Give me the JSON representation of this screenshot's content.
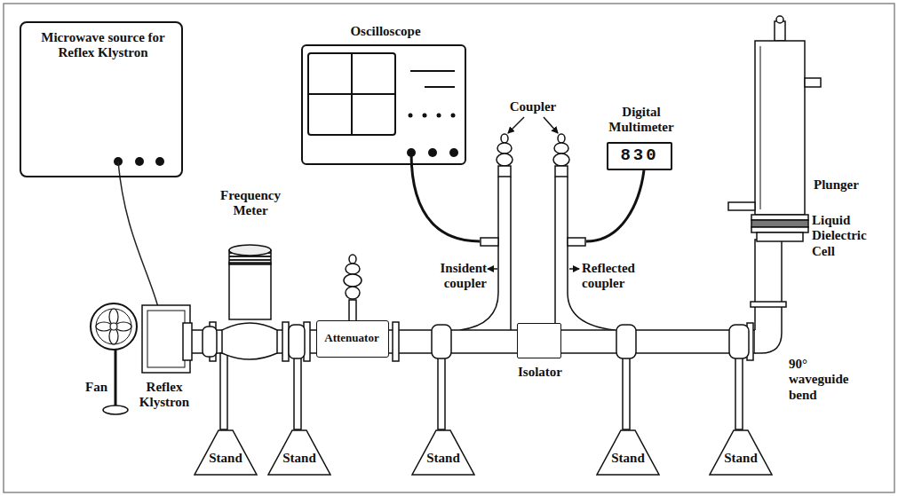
{
  "diagram": {
    "nodes": [
      {
        "text": [
          "Microwave source for Reflex Klystron"
        ]
      },
      {
        "text": [
          "Oscilloscope"
        ]
      },
      {
        "text": [
          "Digital Multimeter",
          "830"
        ]
      },
      {
        "text": [
          "Attenuator"
        ]
      },
      {
        "text": [
          "Isolator"
        ]
      },
      {
        "text": [
          "Stand"
        ]
      },
      {
        "text": [
          "Stand"
        ]
      },
      {
        "text": [
          "Stand"
        ]
      },
      {
        "text": [
          "Stand"
        ]
      },
      {
        "text": [
          "Stand"
        ]
      }
    ],
    "labels": [
      "Frequency Meter",
      "Coupler",
      "Insident coupler",
      "Reflected coupler",
      "Plunger",
      "Liquid Dielectric Cell",
      "90° waveguide bend",
      "Fan",
      "Reflex Klystron"
    ]
  }
}
